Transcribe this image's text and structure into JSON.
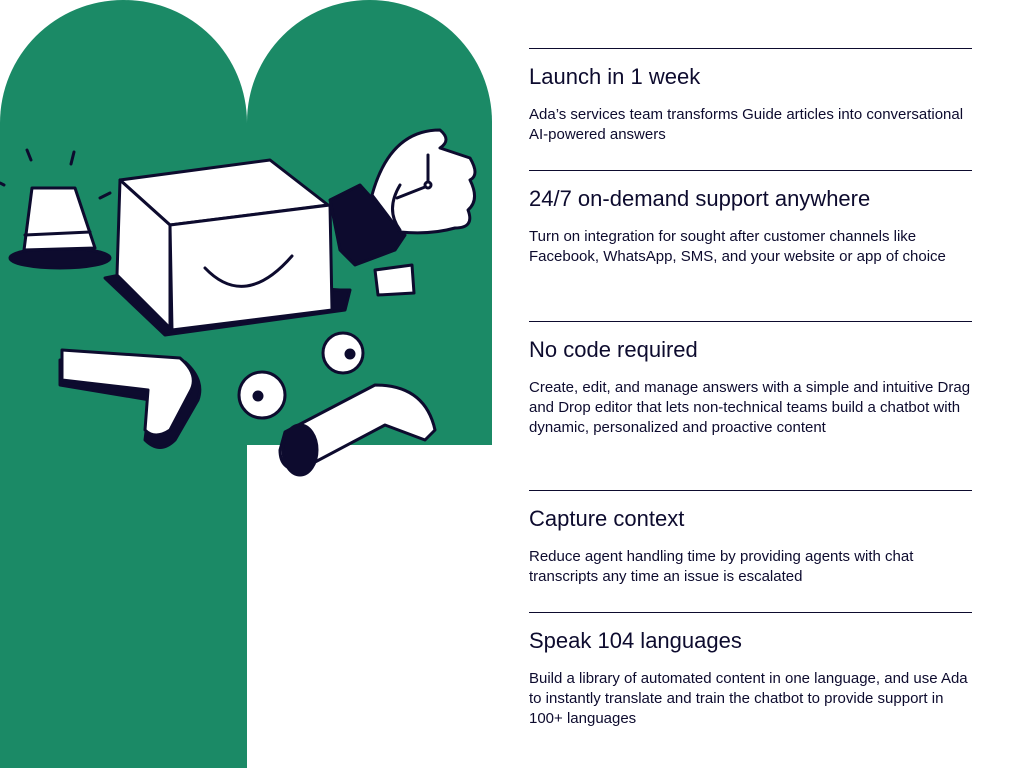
{
  "features": [
    {
      "title": "Launch in 1 week",
      "desc": "Ada’s services team transforms Guide articles into conversational AI-powered answers"
    },
    {
      "title": "24/7 on-demand support anywhere",
      "desc": "Turn on integration for sought after customer channels like Facebook, WhatsApp, SMS, and your website or app of choice"
    },
    {
      "title": "No code required",
      "desc": "Create, edit, and manage answers with a simple and intuitive Drag and Drop editor that lets non-technical teams build a chatbot with dynamic, personalized and proactive content"
    },
    {
      "title": "Capture context",
      "desc": "Reduce agent handling time by providing agents with chat transcripts any time an issue is escalated"
    },
    {
      "title": "Speak 104 languages",
      "desc": "Build a library of automated content in one language, and use Ada to instantly translate and train the chatbot to provide support in 100+ languages"
    }
  ],
  "colors": {
    "brand_green": "#1b8a66",
    "ink": "#0d0b2e"
  }
}
